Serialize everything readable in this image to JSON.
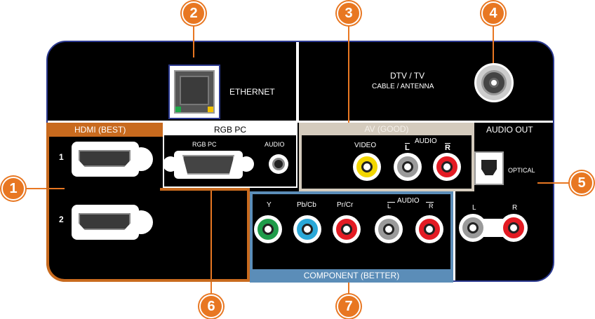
{
  "callouts": [
    "1",
    "2",
    "3",
    "4",
    "5",
    "6",
    "7"
  ],
  "labels": {
    "ethernet": "ETHERNET",
    "dtv_tv": "DTV / TV",
    "cable_antenna": "CABLE / ANTENNA",
    "hdmi_header": "HDMI (BEST)",
    "hdmi_1": "1",
    "hdmi_2": "2",
    "rgb_pc_header": "RGB PC",
    "rgb_pc_port": "RGB PC",
    "rgb_audio": "AUDIO",
    "av_header": "AV (GOOD)",
    "av_video": "VIDEO",
    "av_audio": "AUDIO",
    "av_l": "L",
    "av_r": "R",
    "audio_out_header": "AUDIO OUT",
    "optical": "OPTICAL",
    "audio_out_l": "L",
    "audio_out_r": "R",
    "comp_y": "Y",
    "comp_pb": "Pb/Cb",
    "comp_pr": "Pr/Cr",
    "comp_audio": "AUDIO",
    "comp_l": "L",
    "comp_r": "R",
    "component_header": "COMPONENT (BETTER)"
  },
  "icons": {
    "ethernet": "ethernet-port-icon",
    "coax": "coax-connector-icon",
    "hdmi": "hdmi-port-icon",
    "vga": "vga-port-icon",
    "rca": "rca-jack-icon",
    "optical": "optical-port-icon"
  },
  "colors": {
    "callout_orange": "#e87722",
    "hdmi_orange": "#c86a1e",
    "av_beige": "#d4cbbd",
    "component_blue": "#5b8db8",
    "panel_black": "#000000",
    "rca_yellow": "#f2d600",
    "rca_white": "#9a9a9a",
    "rca_red": "#e31b23",
    "rca_green": "#1f9c4a",
    "rca_blue": "#2aa8d8",
    "panel_border": "#2b3990"
  }
}
